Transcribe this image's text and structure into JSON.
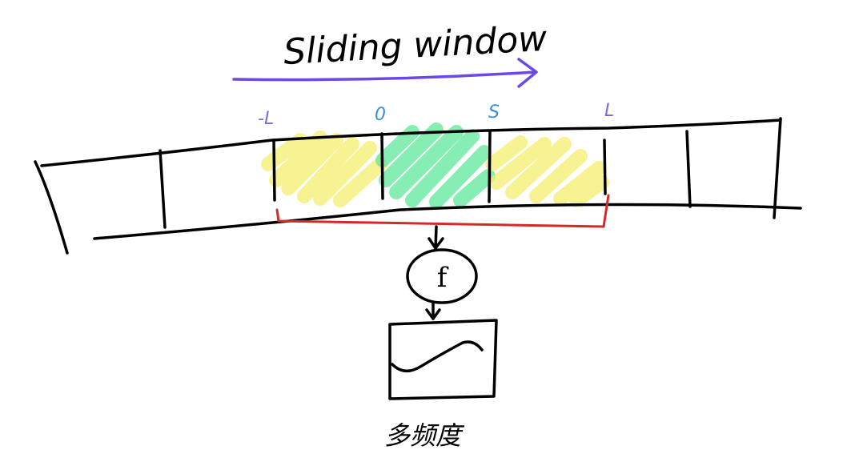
{
  "title": "Sliding window",
  "markers": [
    {
      "label": "-L",
      "color": "#7c6cd8"
    },
    {
      "label": "0",
      "color": "#3b8fd6"
    },
    {
      "label": "S",
      "color": "#3b8fd6"
    },
    {
      "label": "L",
      "color": "#7c6cd8"
    }
  ],
  "function_label": "f",
  "caption": "多频度",
  "colors": {
    "arrow": "#6b48e8",
    "bracket": "#d42a2a",
    "yellow_highlight": "#f5ef6e",
    "green_highlight": "#5fe89a",
    "ink": "#000000"
  }
}
